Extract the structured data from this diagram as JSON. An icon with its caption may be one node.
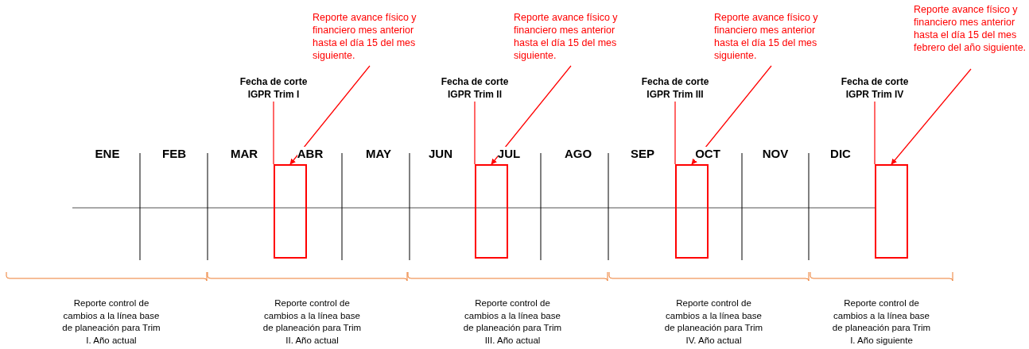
{
  "diagram": {
    "nodes": [
      {
        "text": [
          "Reporte avance físico y financiero mes anterior hasta el día 15 del mes siguiente."
        ]
      },
      {
        "text": [
          "Fecha de corte IGPR Trim I"
        ]
      },
      {
        "text": [],
        "shape": "box"
      },
      {
        "text": [
          "Reporte avance físico y financiero mes anterior hasta el día 15 del mes siguiente."
        ]
      },
      {
        "text": [
          "Fecha de corte IGPR Trim II"
        ]
      },
      {
        "text": [],
        "shape": "box"
      },
      {
        "text": [
          "Reporte avance físico y financiero mes anterior hasta el día 15 del mes siguiente."
        ]
      },
      {
        "text": [
          "Fecha de corte IGPR Trim III"
        ]
      },
      {
        "text": [],
        "shape": "box"
      },
      {
        "text": [
          "Reporte avance físico y financiero mes anterior hasta el día 15 del mes febrero del año siguiente."
        ]
      },
      {
        "text": [
          "Fecha de corte IGPR Trim IV"
        ]
      },
      {
        "text": [],
        "shape": "box"
      }
    ],
    "edges": [
      {
        "from": 0,
        "to": 2,
        "arrow": "to"
      },
      {
        "from": 1,
        "to": 2,
        "arrow": "none"
      },
      {
        "from": 3,
        "to": 5,
        "arrow": "to"
      },
      {
        "from": 4,
        "to": 5,
        "arrow": "none"
      },
      {
        "from": 6,
        "to": 8,
        "arrow": "to"
      },
      {
        "from": 7,
        "to": 8,
        "arrow": "none"
      },
      {
        "from": 9,
        "to": 11,
        "arrow": "to"
      },
      {
        "from": 10,
        "to": 11,
        "arrow": "none"
      }
    ],
    "labels": [
      "ENE",
      "FEB",
      "MAR",
      "ABR",
      "MAY",
      "JUN",
      "JUL",
      "AGO",
      "SEP",
      "OCT",
      "NOV",
      "DIC",
      "Reporte control de cambios a la línea base de planeación para Trim I. Año actual",
      "Reporte control de cambios a la línea base de planeación para Trim II. Año actual",
      "Reporte control de cambios a la línea base de planeación para Trim III. Año actual",
      "Reporte control de cambios a la línea base de planeación para Trim IV. Año actual",
      "Reporte control de cambios a la línea base de planeación para Trim I. Año siguiente"
    ]
  }
}
